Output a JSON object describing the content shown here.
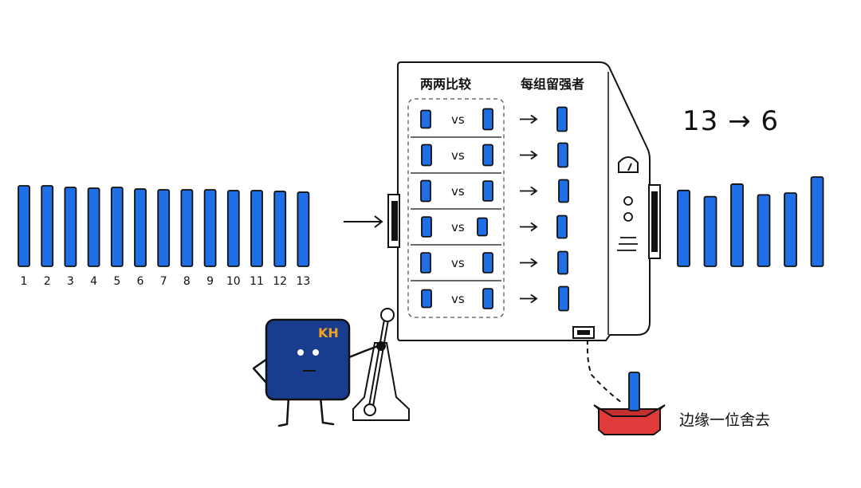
{
  "colors": {
    "bar": "#1f6fe6",
    "stroke": "#111111",
    "robot": "#1a3c8f",
    "robot_label": "#f2a21c",
    "tray": "#e03a3a"
  },
  "input": {
    "indices": [
      "1",
      "2",
      "3",
      "4",
      "5",
      "6",
      "7",
      "8",
      "9",
      "10",
      "11",
      "12",
      "13"
    ],
    "bar_levels": [
      1.0,
      1.0,
      0.98,
      0.97,
      0.98,
      0.96,
      0.95,
      0.95,
      0.95,
      0.94,
      0.94,
      0.93,
      0.92
    ]
  },
  "machine": {
    "left_header": "两两比较",
    "right_header": "每组留强者",
    "vs_label": "vs",
    "arrow": "→",
    "pairs": [
      {
        "left": 0.55,
        "right": 0.65,
        "winner": 0.75
      },
      {
        "left": 0.65,
        "right": 0.65,
        "winner": 0.75
      },
      {
        "left": 0.65,
        "right": 0.62,
        "winner": 0.7
      },
      {
        "left": 0.62,
        "right": 0.55,
        "winner": 0.7
      },
      {
        "left": 0.62,
        "right": 0.62,
        "winner": 0.7
      },
      {
        "left": 0.55,
        "right": 0.62,
        "winner": 0.75
      }
    ]
  },
  "result": {
    "summary": "13 → 6",
    "bar_levels": [
      0.85,
      0.78,
      0.92,
      0.8,
      0.82,
      1.0
    ]
  },
  "discard": {
    "label": "边缘一位舍去",
    "bar_level": 0.6
  },
  "robot": {
    "label": "KH",
    "icon": "box-robot-mascot"
  }
}
